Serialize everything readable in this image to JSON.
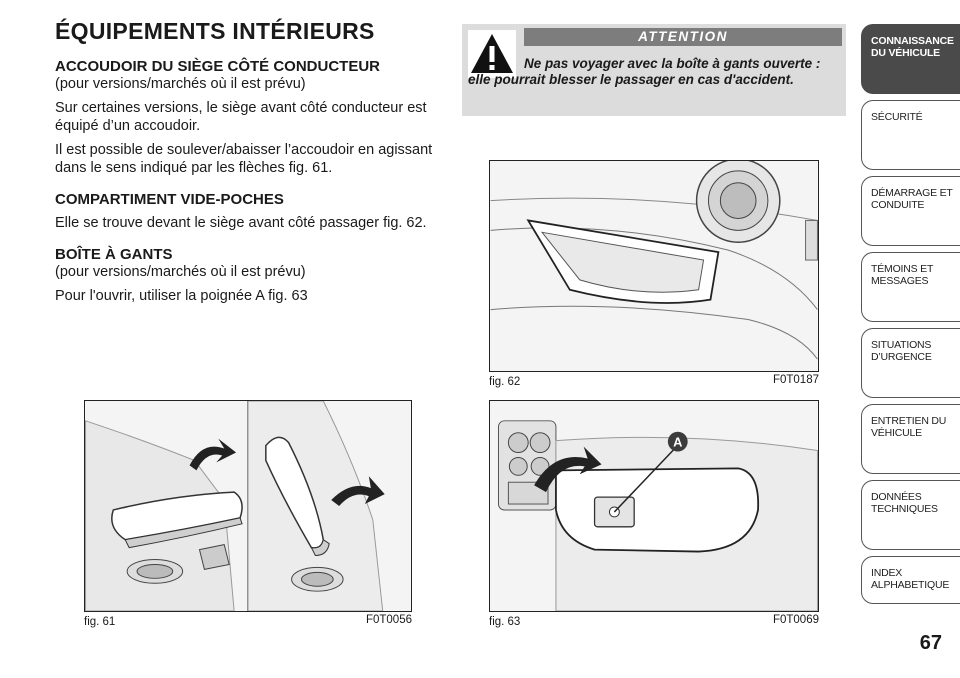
{
  "title": "ÉQUIPEMENTS INTÉRIEURS",
  "sections": {
    "armrest": {
      "heading": "ACCOUDOIR DU SIÈGE CÔTÉ CONDUCTEUR",
      "subtitle": "(pour versions/marchés où il est prévu)",
      "para1": "Sur certaines versions, le siège avant côté conducteur est équipé d’un accoudoir.",
      "para2": "Il est possible de soulever/abaisser l’accoudoir en agissant dans le sens indiqué par les flèches fig. 61."
    },
    "pocket": {
      "heading": "COMPARTIMENT VIDE-POCHES",
      "para1": "Elle se trouve devant le siège avant côté passager fig. 62."
    },
    "glovebox": {
      "heading": "BOÎTE À GANTS",
      "subtitle": "(pour versions/marchés où il est prévu)",
      "para1": "Pour l'ouvrir, utiliser la poignée A fig. 63"
    }
  },
  "warning": {
    "heading": "ATTENTION",
    "text": "Ne pas voyager avec la boîte à gants ouverte : elle pourrait blesser le passager en cas d'accident."
  },
  "figures": {
    "fig61": {
      "label": "fig. 61",
      "code": "F0T0056"
    },
    "fig62": {
      "label": "fig. 62",
      "code": "F0T0187"
    },
    "fig63": {
      "label": "fig. 63",
      "code": "F0T0069",
      "callout": "A"
    }
  },
  "tabs": [
    {
      "line1": "CONNAISSANCE",
      "line2": "DU VÉHICULE",
      "active": true
    },
    {
      "line1": "SÉCURITÉ",
      "line2": ""
    },
    {
      "line1": "DÉMARRAGE ET",
      "line2": "CONDUITE"
    },
    {
      "line1": "TÉMOINS ET",
      "line2": "MESSAGES"
    },
    {
      "line1": "SITUATIONS",
      "line2": "D’URGENCE"
    },
    {
      "line1": "ENTRETIEN DU",
      "line2": "VÉHICULE"
    },
    {
      "line1": "DONNÉES",
      "line2": "TECHNIQUES"
    },
    {
      "line1": "INDEX",
      "line2": "ALPHABETIQUE"
    }
  ],
  "page_number": "67",
  "colors": {
    "tab_active": "#4a4a4a",
    "warning_bg": "#dcdcdc",
    "warning_head": "#7d7d7d",
    "callout": "#3c3c3c"
  }
}
